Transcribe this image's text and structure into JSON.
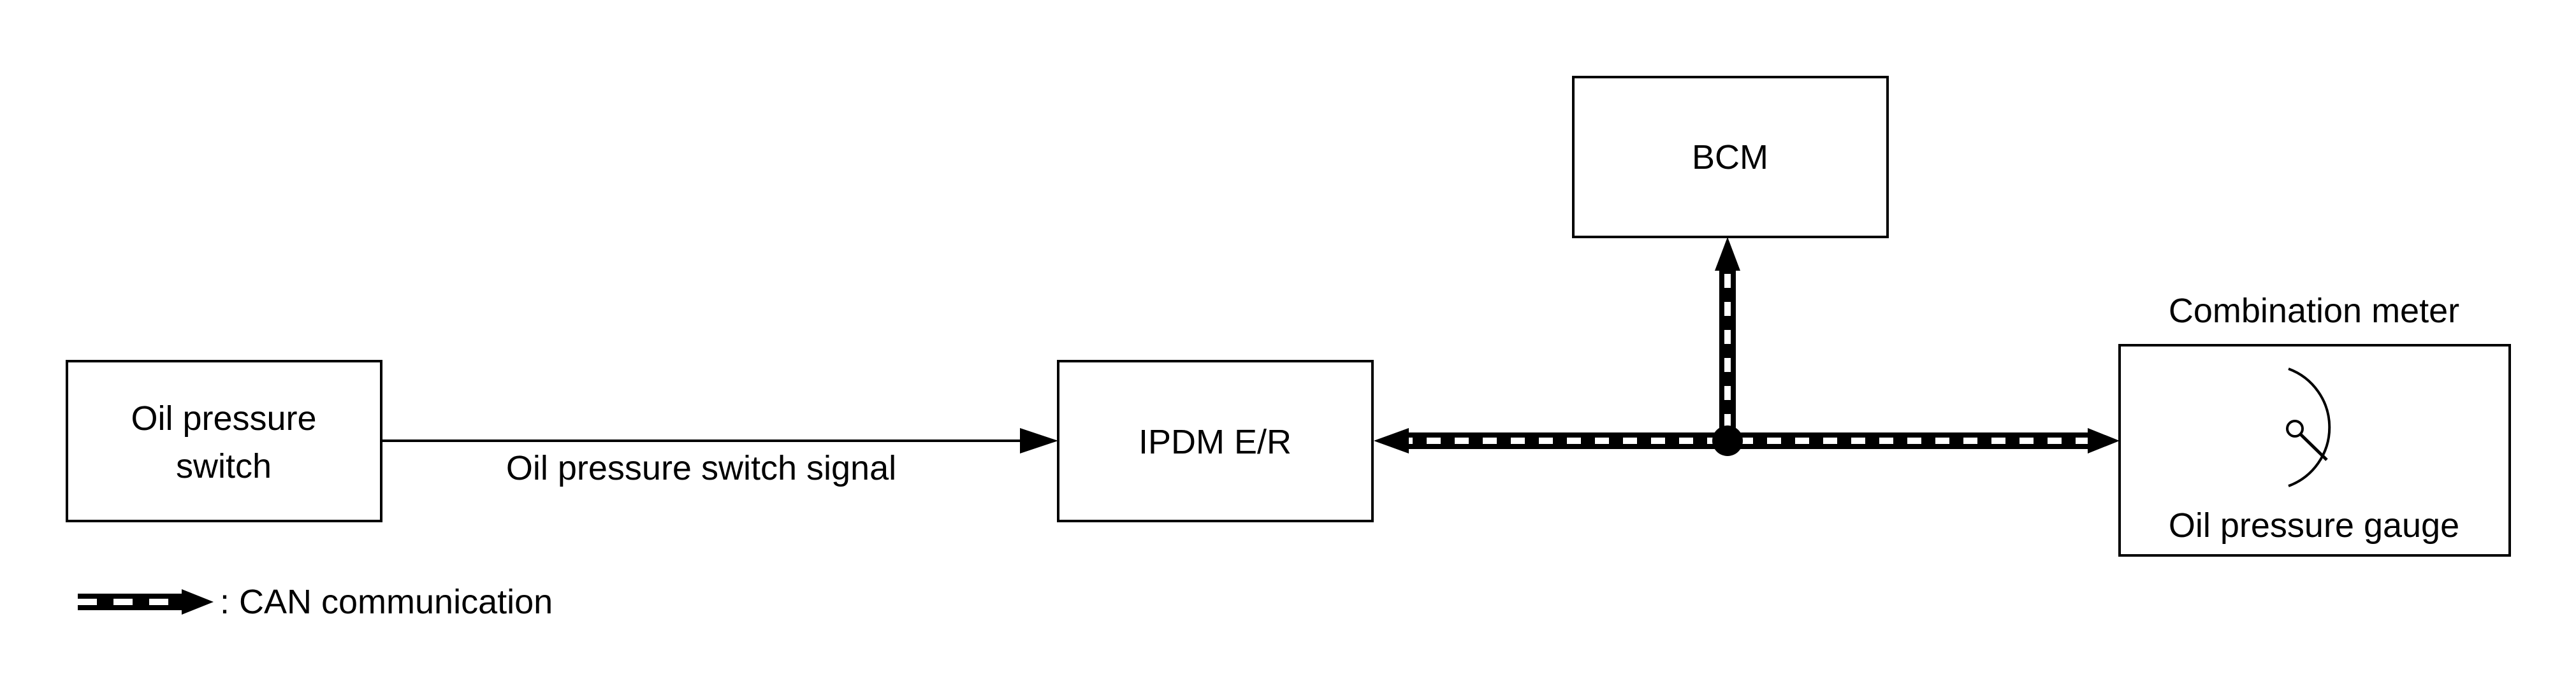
{
  "nodes": {
    "oil_pressure_switch": {
      "lines": [
        "Oil pressure",
        "switch"
      ]
    },
    "ipdm": {
      "label": "IPDM E/R"
    },
    "bcm": {
      "label": "BCM"
    },
    "combination_meter": {
      "title": "Combination meter",
      "gauge_label": "Oil pressure gauge"
    }
  },
  "edges": {
    "switch_signal": {
      "label": "Oil pressure switch signal"
    }
  },
  "legend": {
    "can_label": ": CAN communication"
  },
  "colors": {
    "line": "#000000",
    "background": "#ffffff"
  }
}
